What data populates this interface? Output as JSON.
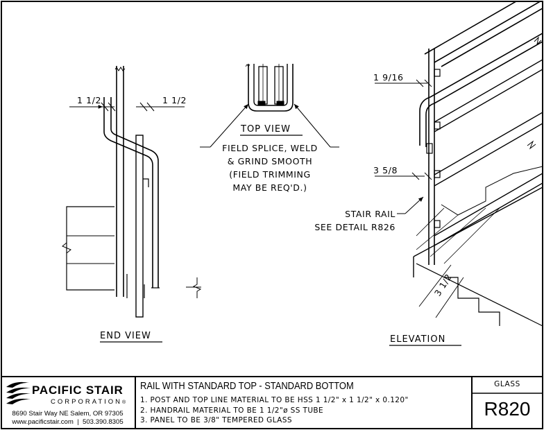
{
  "drawing": {
    "dims": {
      "end_left": "1 1/2",
      "end_right": "1 1/2",
      "elev_top": "1 9/16",
      "elev_mid": "3 5/8",
      "elev_bottom": "3 1/2"
    },
    "views": {
      "top_view": "TOP VIEW",
      "end_view": "END VIEW",
      "elevation": "ELEVATION"
    },
    "callouts": {
      "splice_lines": [
        "FIELD SPLICE, WELD",
        "& GRIND SMOOTH",
        "(FIELD TRIMMING",
        "MAY BE REQ'D.)"
      ],
      "stair_rail_lines": [
        "STAIR RAIL",
        "SEE DETAIL R826"
      ]
    }
  },
  "title_block": {
    "company": "PACIFIC STAIR",
    "company_sub": "CORPORATION",
    "registered": "®",
    "address": "8690 Stair Way NE Salem, OR 97305",
    "contact": "www.pacificstair.com  |  503.390.8305",
    "title": "RAIL WITH STANDARD TOP - STANDARD BOTTOM",
    "notes": [
      "1. POST AND TOP LINE MATERIAL TO BE HSS 1 1/2\" x 1 1/2\" x 0.120\"",
      "2. HANDRAIL MATERIAL TO BE 1 1/2\"ø SS TUBE",
      "3. PANEL TO BE 3/8\" TEMPERED GLASS"
    ],
    "type": "GLASS",
    "detail_number": "R820"
  }
}
